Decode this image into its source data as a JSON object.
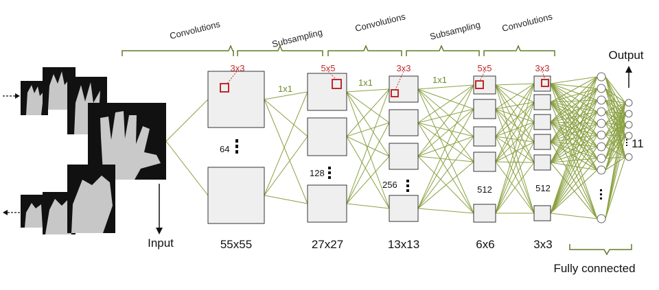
{
  "stage_labels": [
    "Convolutions",
    "Subsampling",
    "Convolutions",
    "Subsampling",
    "Convolutions"
  ],
  "kernel_labels": [
    "3x3",
    "5x5",
    "3x3",
    "5x5",
    "3x3"
  ],
  "connection_labels": [
    "1x1",
    "1x1",
    "1x1"
  ],
  "map_counts": [
    "64",
    "128",
    "256",
    "512",
    "512"
  ],
  "size_labels": [
    "55x55",
    "27x27",
    "13x13",
    "6x6",
    "3x3"
  ],
  "input_label": "Input",
  "output_label": "Output",
  "output_count": "11",
  "fc_label": "Fully connected",
  "colors": {
    "connection": "#8aa142",
    "kernel": "#c0282a",
    "bracket": "#5e7a24",
    "map_fill": "#efefef",
    "map_stroke": "#333333"
  }
}
